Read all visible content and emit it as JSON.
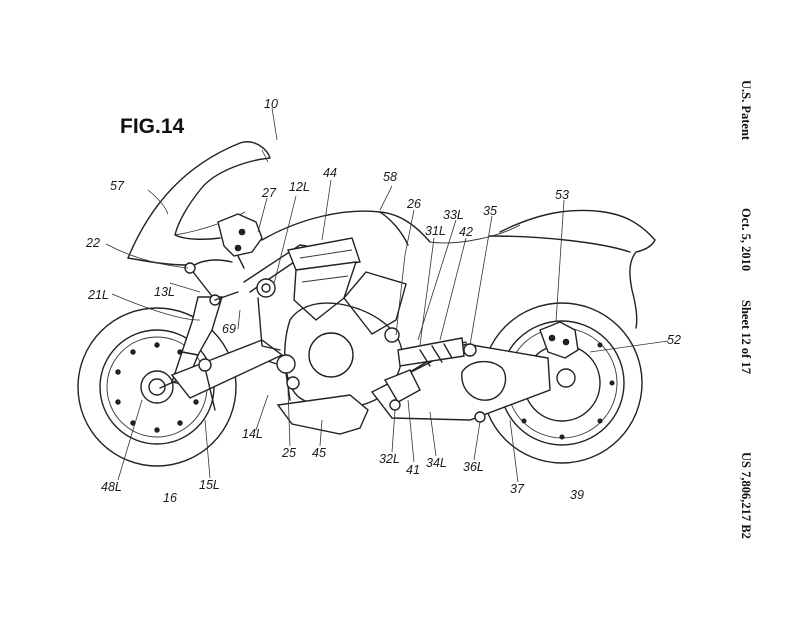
{
  "header": {
    "figure_label": "FIG.14",
    "patent_office": "U.S. Patent",
    "date": "Oct. 5, 2010",
    "sheet": "Sheet 12 of 17",
    "patent_number": "US 7,806,217 B2"
  },
  "reference_labels": {
    "r10": "10",
    "r57": "57",
    "r27": "27",
    "r12L": "12L",
    "r44": "44",
    "r58": "58",
    "r26": "26",
    "r33L": "33L",
    "r35": "35",
    "r53": "53",
    "r31L": "31L",
    "r42": "42",
    "r22": "22",
    "r13L": "13L",
    "r21L": "21L",
    "r69": "69",
    "r52": "52",
    "r14L": "14L",
    "r25": "25",
    "r45": "45",
    "r32L": "32L",
    "r41": "41",
    "r34L": "34L",
    "r36L": "36L",
    "r37": "37",
    "r48L": "48L",
    "r15L": "15L",
    "r16": "16",
    "r39": "39"
  }
}
